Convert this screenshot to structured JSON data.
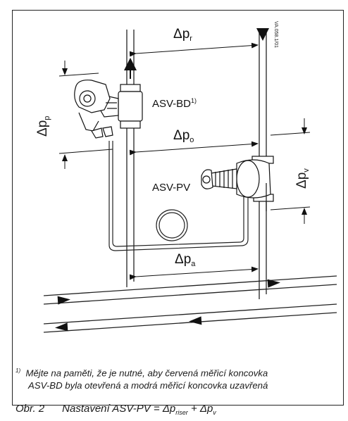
{
  "labels": {
    "dp_symbol": "Δp",
    "dp_r_sub": "r",
    "dp_p_sub": "p",
    "dp_o_sub": "o",
    "dp_v_sub": "v",
    "dp_a_sub": "a",
    "asv_bd": "ASV-BD",
    "asv_bd_ref": "1)",
    "asv_pv": "ASV-PV",
    "drawing_code": "VA.058.1/01"
  },
  "footnote": {
    "marker": "1)",
    "line1": "Mějte na paměti, že je nutné, aby červená měřicí koncovka",
    "line2": "ASV-BD byla otevřená a modrá měřicí koncovka uzavřená"
  },
  "caption": {
    "number": "Obr. 2",
    "text_prefix": "Nastavení ASV-PV = Δp",
    "sub1": "riser",
    "text_mid": " + Δp",
    "sub2": "v"
  }
}
